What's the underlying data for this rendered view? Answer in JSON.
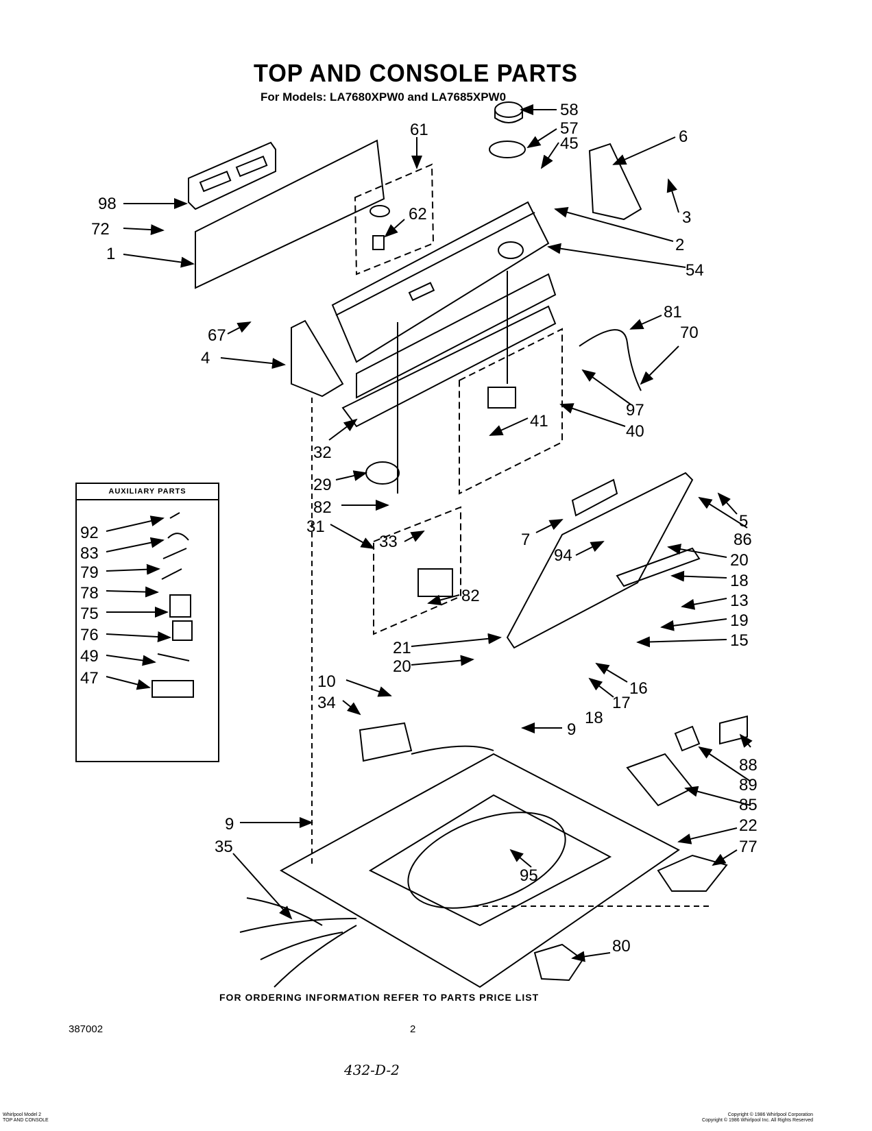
{
  "header": {
    "title": "TOP AND CONSOLE PARTS",
    "subtitle": "For Models: LA7680XPW0 and LA7685XPW0"
  },
  "auxiliary": {
    "heading": "AUXILIARY PARTS",
    "items": [
      "92",
      "83",
      "79",
      "78",
      "75",
      "76",
      "49",
      "47"
    ]
  },
  "callouts": [
    "58",
    "57",
    "45",
    "6",
    "3",
    "2",
    "54",
    "61",
    "62",
    "98",
    "72",
    "1",
    "67",
    "4",
    "81",
    "70",
    "97",
    "40",
    "41",
    "32",
    "29",
    "82",
    "31",
    "33",
    "5",
    "86",
    "7",
    "20",
    "94",
    "18",
    "13",
    "19",
    "15",
    "21",
    "16",
    "17",
    "10",
    "34",
    "9",
    "88",
    "89",
    "85",
    "22",
    "77",
    "35",
    "95",
    "80"
  ],
  "footer": {
    "ordering_note": "FOR ORDERING INFORMATION REFER TO PARTS PRICE LIST",
    "doc_number": "387002",
    "page_number": "2",
    "handwritten": "432-D-2",
    "small_left_1": "Whirlpool Model 2",
    "small_left_2": "TOP AND CONSOLE",
    "small_right_1": "Copyright © 1986 Whirlpool Corporation",
    "small_right_2": "Copyright © 1986 Whirlpool Inc. All Rights Reserved"
  }
}
